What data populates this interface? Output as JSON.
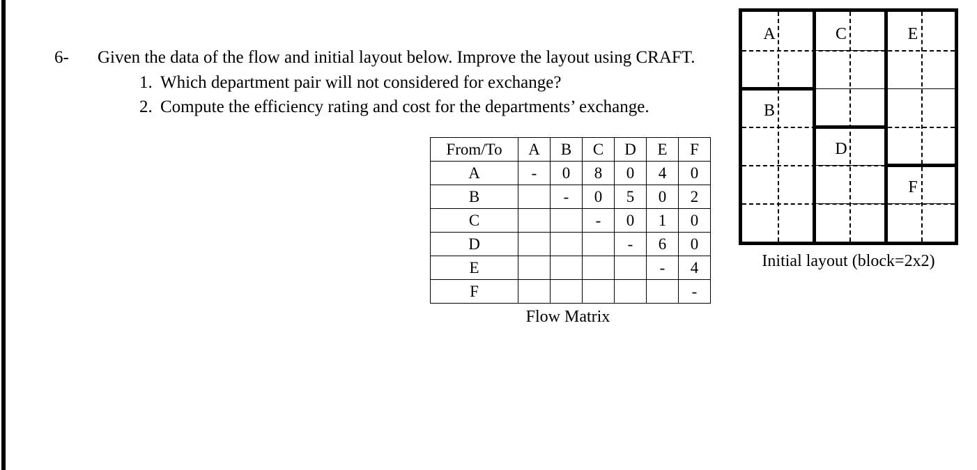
{
  "question": {
    "number": "6-",
    "lead": "Given the data of the flow and initial layout below. Improve the layout using CRAFT.",
    "sub_items": [
      {
        "marker": "1.",
        "text": "Which department pair will not considered for exchange?"
      },
      {
        "marker": "2.",
        "text": "Compute the efficiency rating and cost for the departments’ exchange."
      }
    ]
  },
  "flow_matrix": {
    "caption": "Flow Matrix",
    "corner_label": "From/To",
    "columns": [
      "A",
      "B",
      "C",
      "D",
      "E",
      "F"
    ],
    "rows": [
      {
        "label": "A",
        "cells": [
          "-",
          "0",
          "8",
          "0",
          "4",
          "0"
        ]
      },
      {
        "label": "B",
        "cells": [
          "",
          "-",
          "0",
          "5",
          "0",
          "2"
        ]
      },
      {
        "label": "C",
        "cells": [
          "",
          "",
          "-",
          "0",
          "1",
          "0"
        ]
      },
      {
        "label": "D",
        "cells": [
          "",
          "",
          "",
          "-",
          "6",
          "0"
        ]
      },
      {
        "label": "E",
        "cells": [
          "",
          "",
          "",
          "",
          "-",
          "4"
        ]
      },
      {
        "label": "F",
        "cells": [
          "",
          "",
          "",
          "",
          "",
          "-"
        ]
      }
    ]
  },
  "layout": {
    "caption": "Initial layout (block=2x2)",
    "departments": [
      {
        "name": "A"
      },
      {
        "name": "B"
      },
      {
        "name": "C"
      },
      {
        "name": "D"
      },
      {
        "name": "E"
      },
      {
        "name": "F"
      }
    ]
  },
  "colors": {
    "ink": "#000000",
    "page": "#ffffff"
  }
}
